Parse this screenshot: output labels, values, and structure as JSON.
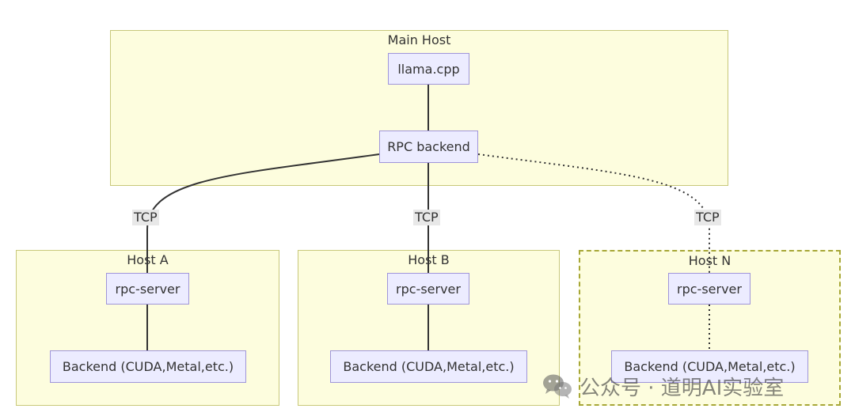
{
  "groups": {
    "main_host": "Main Host",
    "host_a": "Host A",
    "host_b": "Host B",
    "host_n": "Host N"
  },
  "nodes": {
    "llama": "llama.cpp",
    "rpc_backend": "RPC backend",
    "rpc_server_a": "rpc-server",
    "rpc_server_b": "rpc-server",
    "rpc_server_n": "rpc-server",
    "backend_a": "Backend (CUDA,Metal,etc.)",
    "backend_b": "Backend (CUDA,Metal,etc.)",
    "backend_n": "Backend (CUDA,Metal,etc.)"
  },
  "edges": {
    "tcp_a": "TCP",
    "tcp_b": "TCP",
    "tcp_n": "TCP"
  },
  "watermark": {
    "text": "公众号 · 道明AI实验室",
    "icon": "wechat-icon"
  },
  "colors": {
    "group_fill": "#fdfdde",
    "group_border": "#c8c87a",
    "node_fill": "#ececff",
    "node_border": "#9f95d9",
    "edge": "#333333"
  }
}
